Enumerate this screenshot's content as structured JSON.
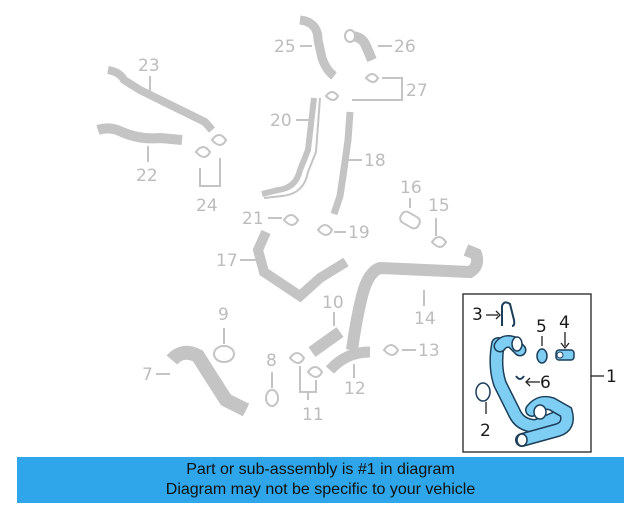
{
  "callouts": {
    "c1": "1",
    "c2": "2",
    "c3": "3",
    "c4": "4",
    "c5": "5",
    "c6": "6",
    "c7": "7",
    "c8": "8",
    "c9": "9",
    "c10": "10",
    "c11": "11",
    "c12": "12",
    "c13": "13",
    "c14": "14",
    "c15": "15",
    "c16": "16",
    "c17": "17",
    "c18": "18",
    "c19": "19",
    "c20": "20",
    "c21": "21",
    "c22": "22",
    "c23": "23",
    "c24": "24",
    "c25": "25",
    "c26": "26",
    "c27": "27"
  },
  "banner": {
    "line1": "Part or sub-assembly is #1 in diagram",
    "line2": "Diagram may not be specific to your vehicle"
  },
  "colors": {
    "highlight_fill": "#7ecdf2",
    "highlight_stroke": "#1c3f5a",
    "ghost_stroke": "#c4c4c4",
    "banner_bg": "#2fa6ea"
  }
}
